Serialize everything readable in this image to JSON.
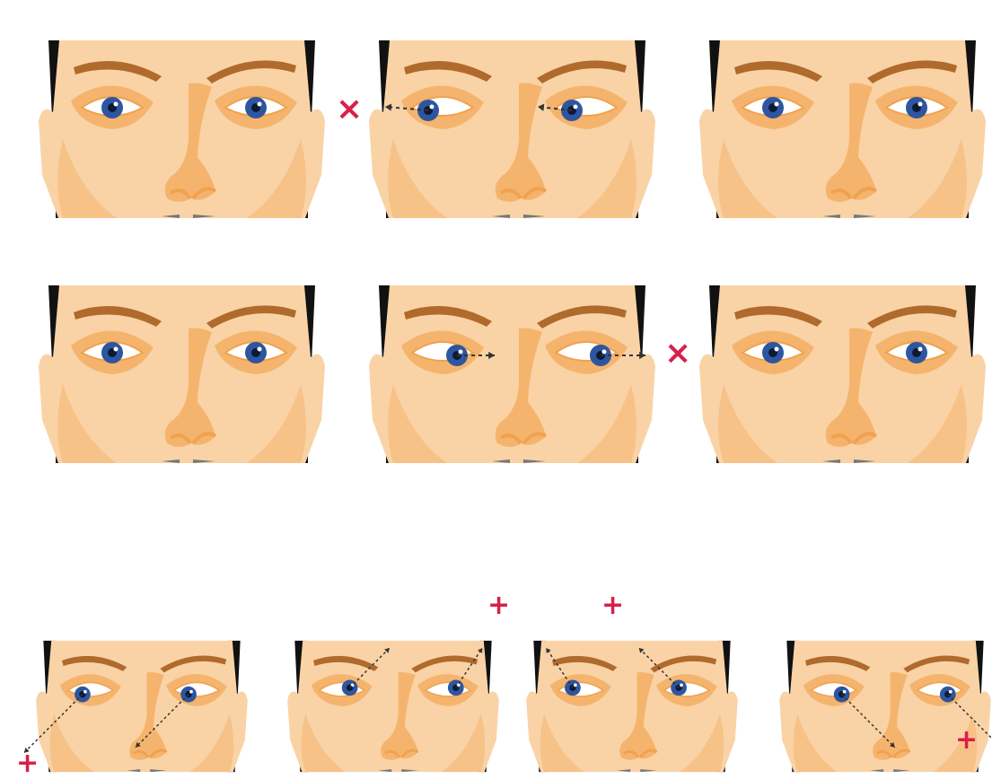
{
  "colors": {
    "background": "#ffffff",
    "skin": "#f9d3a6",
    "skin_shadow": "#f5b46d",
    "skin_deep": "#f0a24e",
    "brow": "#b06a2c",
    "hair": "#111111",
    "sclera": "#ffffff",
    "iris": "#2e56a0",
    "pupil": "#0d1a33",
    "target_red": "#d8204a",
    "arrow_gray": "#8a8a8a",
    "arrow_dark": "#333333"
  },
  "rows": [
    {
      "name": "row-top",
      "faces": [
        {
          "id": "face-1-1",
          "gaze": "center",
          "target": "none"
        },
        {
          "id": "face-1-2",
          "gaze": "left",
          "target": "left"
        },
        {
          "id": "face-1-3",
          "gaze": "center",
          "target": "none"
        }
      ]
    },
    {
      "name": "row-middle",
      "faces": [
        {
          "id": "face-2-1",
          "gaze": "center",
          "target": "none"
        },
        {
          "id": "face-2-2",
          "gaze": "right",
          "target": "right"
        },
        {
          "id": "face-2-3",
          "gaze": "center",
          "target": "none"
        }
      ]
    },
    {
      "name": "row-bottom",
      "faces": [
        {
          "id": "face-3-1",
          "gaze": "down-left",
          "target": "down-left"
        },
        {
          "id": "face-3-2",
          "gaze": "up-right",
          "target": "up-right"
        },
        {
          "id": "face-3-3",
          "gaze": "up-left",
          "target": "up-left"
        },
        {
          "id": "face-3-4",
          "gaze": "down-right",
          "target": "down-right"
        }
      ]
    }
  ],
  "markers": [
    {
      "id": "target-x-1",
      "glyph": "×"
    },
    {
      "id": "target-x-2",
      "glyph": "×"
    },
    {
      "id": "target-plus-1",
      "glyph": "+"
    },
    {
      "id": "target-plus-2",
      "glyph": "+"
    },
    {
      "id": "target-plus-3",
      "glyph": "+"
    },
    {
      "id": "target-plus-4",
      "glyph": "+"
    }
  ]
}
